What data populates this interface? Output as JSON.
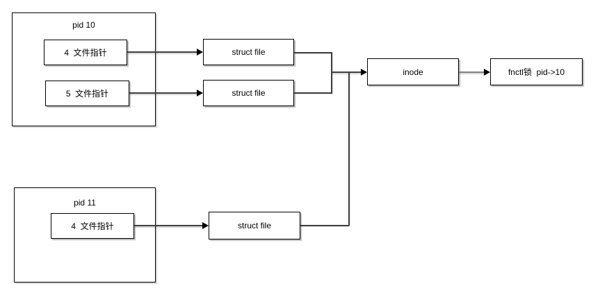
{
  "nodes": {
    "pid10": {
      "title": "pid 10",
      "fd4_label": "4  文件指针",
      "fd5_label": "5  文件指针"
    },
    "pid11": {
      "title": "pid 11",
      "fd4_label": "4  文件指针"
    },
    "struct_file_top": {
      "label": "struct file"
    },
    "struct_file_middle": {
      "label": "struct file"
    },
    "struct_file_bottom": {
      "label": "struct file"
    },
    "inode": {
      "label": "inode"
    },
    "fnctl_lock": {
      "label": "fnctl锁  pid->10"
    }
  },
  "colors": {
    "background": "#ffffff",
    "box_fill": "#ffffff",
    "box_border": "#000000",
    "text": "#000000",
    "connector": "#404040",
    "connector_light": "#808080",
    "arrowhead": "#000000"
  }
}
